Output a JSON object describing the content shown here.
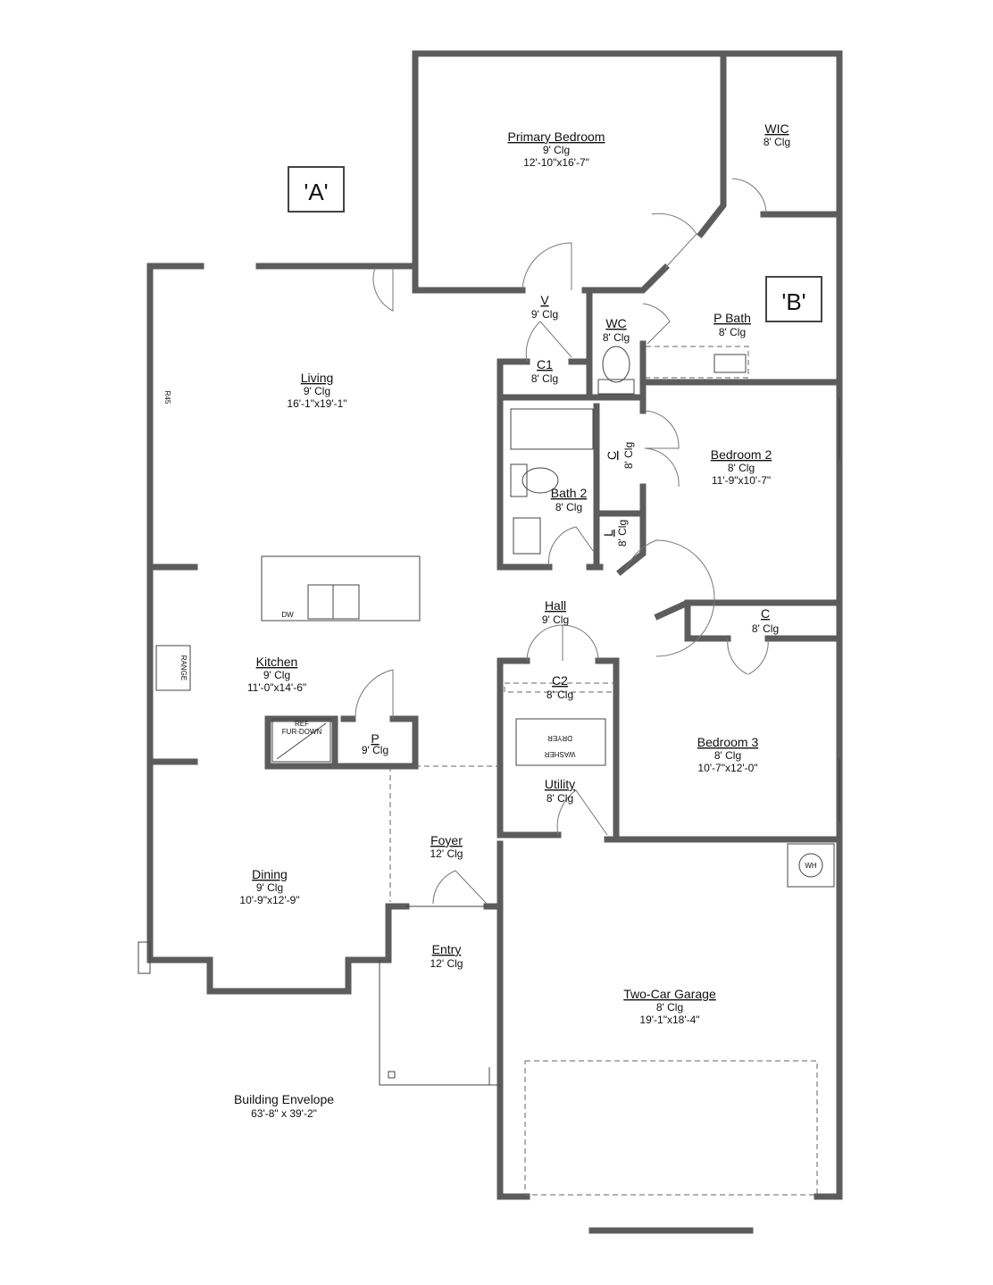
{
  "tags": {
    "a": "'A'",
    "b": "'B'"
  },
  "rooms": {
    "primary_bedroom": {
      "name": "Primary Bedroom",
      "ceiling": "9' Clg",
      "size": "12'-10\"x16'-7\""
    },
    "wic": {
      "name": "WIC",
      "ceiling": "8' Clg"
    },
    "v": {
      "name": "V",
      "ceiling": "9' Clg"
    },
    "wc": {
      "name": "WC",
      "ceiling": "8' Clg"
    },
    "p_bath": {
      "name": "P Bath",
      "ceiling": "8' Clg"
    },
    "c1": {
      "name": "C1",
      "ceiling": "8' Clg"
    },
    "living": {
      "name": "Living",
      "ceiling": "9' Clg",
      "size": "16'-1\"x19'-1\""
    },
    "closet_bed2": {
      "name": "C",
      "ceiling": "8' Clg"
    },
    "bedroom2": {
      "name": "Bedroom 2",
      "ceiling": "8' Clg",
      "size": "11'-9\"x10'-7\""
    },
    "bath2": {
      "name": "Bath 2",
      "ceiling": "8' Clg"
    },
    "linen": {
      "name": "L",
      "ceiling": "8' Clg"
    },
    "hall": {
      "name": "Hall",
      "ceiling": "9' Clg"
    },
    "closet_bed3": {
      "name": "C",
      "ceiling": "8' Clg"
    },
    "kitchen": {
      "name": "Kitchen",
      "ceiling": "9' Clg",
      "size": "11'-0\"x14'-6\""
    },
    "c2": {
      "name": "C2",
      "ceiling": "8' Clg"
    },
    "pantry": {
      "name": "P",
      "ceiling": "9' Clg"
    },
    "bedroom3": {
      "name": "Bedroom 3",
      "ceiling": "8' Clg",
      "size": "10'-7\"x12'-0\""
    },
    "utility": {
      "name": "Utility",
      "ceiling": "8' Clg"
    },
    "foyer": {
      "name": "Foyer",
      "ceiling": "12' Clg"
    },
    "dining": {
      "name": "Dining",
      "ceiling": "9' Clg",
      "size": "10'-9\"x12'-9\""
    },
    "entry": {
      "name": "Entry",
      "ceiling": "12' Clg"
    },
    "garage": {
      "name": "Two-Car Garage",
      "ceiling": "8' Clg",
      "size": "19'-1\"x18'-4\""
    }
  },
  "fixtures": {
    "dw": "DW",
    "range": "RANGE",
    "ref": "REF",
    "fur_down": "FUR-DOWN",
    "washer": "WASHER",
    "dryer": "DRYER",
    "wh": "WH",
    "r45": "R45"
  },
  "envelope": {
    "title": "Building Envelope",
    "size": "63'-8\" x 39'-2\""
  }
}
